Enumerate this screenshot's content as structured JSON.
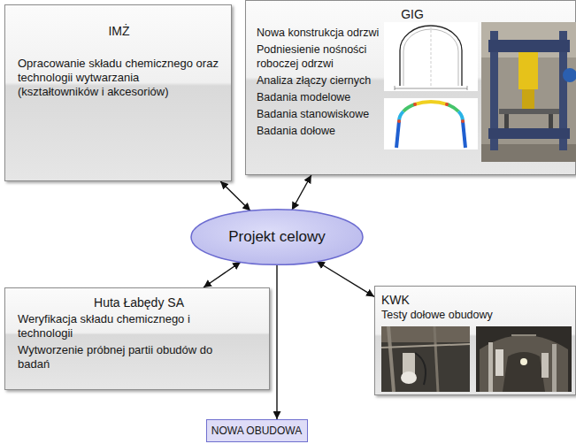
{
  "diagram": {
    "nodes": [
      {
        "text": [
          "IMŻ",
          "Opracowanie składu chemicznego oraz technologii wytwarzania (kształtowników i akcesoriów)"
        ]
      },
      {
        "text": [
          "GIG",
          "Nowa konstrukcja odrzwi",
          "Podniesienie nośności roboczej odrzwi",
          "Analiza złączy ciernych",
          "Badania modelowe",
          "Badania stanowiskowe",
          "Badania dołowe"
        ]
      },
      {
        "text": [
          "Projekt celowy"
        ]
      },
      {
        "text": [
          "Huta Łabędy SA",
          "Weryfikacja składu chemicznego i technologii",
          "Wytworzenie próbnej partii obudów do badań"
        ]
      },
      {
        "text": [
          "KWK",
          "Testy dołowe obudowy"
        ]
      },
      {
        "text": [
          "NOWA OBUDOWA"
        ]
      }
    ],
    "edges": [
      {
        "from": 2,
        "to": 0,
        "arrow": "both"
      },
      {
        "from": 2,
        "to": 1,
        "arrow": "both"
      },
      {
        "from": 2,
        "to": 3,
        "arrow": "both"
      },
      {
        "from": 2,
        "to": 4,
        "arrow": "both"
      },
      {
        "from": 2,
        "to": 5,
        "arrow": "to"
      }
    ]
  }
}
